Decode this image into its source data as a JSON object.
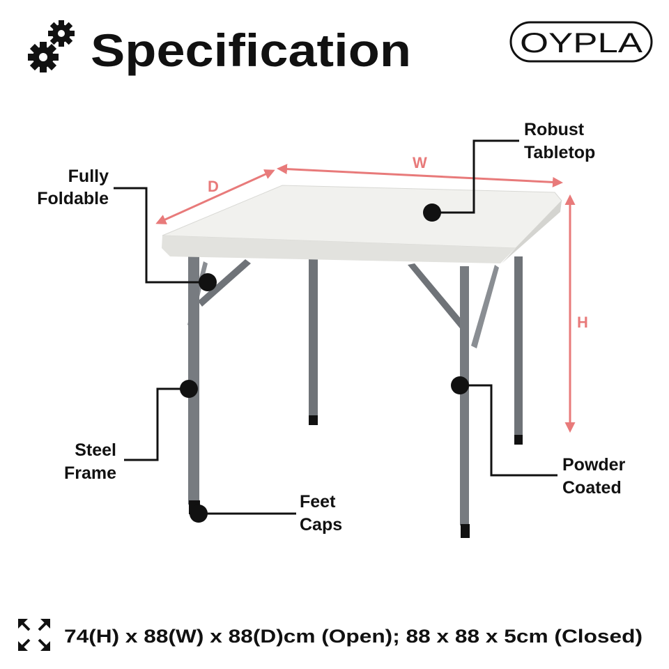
{
  "header": {
    "title": "Specification",
    "icon": "gears-icon",
    "logo_text": "OYPLA"
  },
  "dimension_labels": {
    "depth": "D",
    "width": "W",
    "height": "H",
    "color": "#e87a7a"
  },
  "callouts": {
    "tabletop": [
      "Robust",
      "Tabletop"
    ],
    "foldable": [
      "Fully",
      "Foldable"
    ],
    "frame": [
      "Steel",
      "Frame"
    ],
    "coating": [
      "Powder",
      "Coated"
    ],
    "feet": [
      "Feet",
      "Caps"
    ]
  },
  "footer": {
    "icon": "expand-arrows-icon",
    "dimensions": "74(H) x 88(W) x 88(D)cm (Open); 88 x 88 x 5cm (Closed)"
  }
}
